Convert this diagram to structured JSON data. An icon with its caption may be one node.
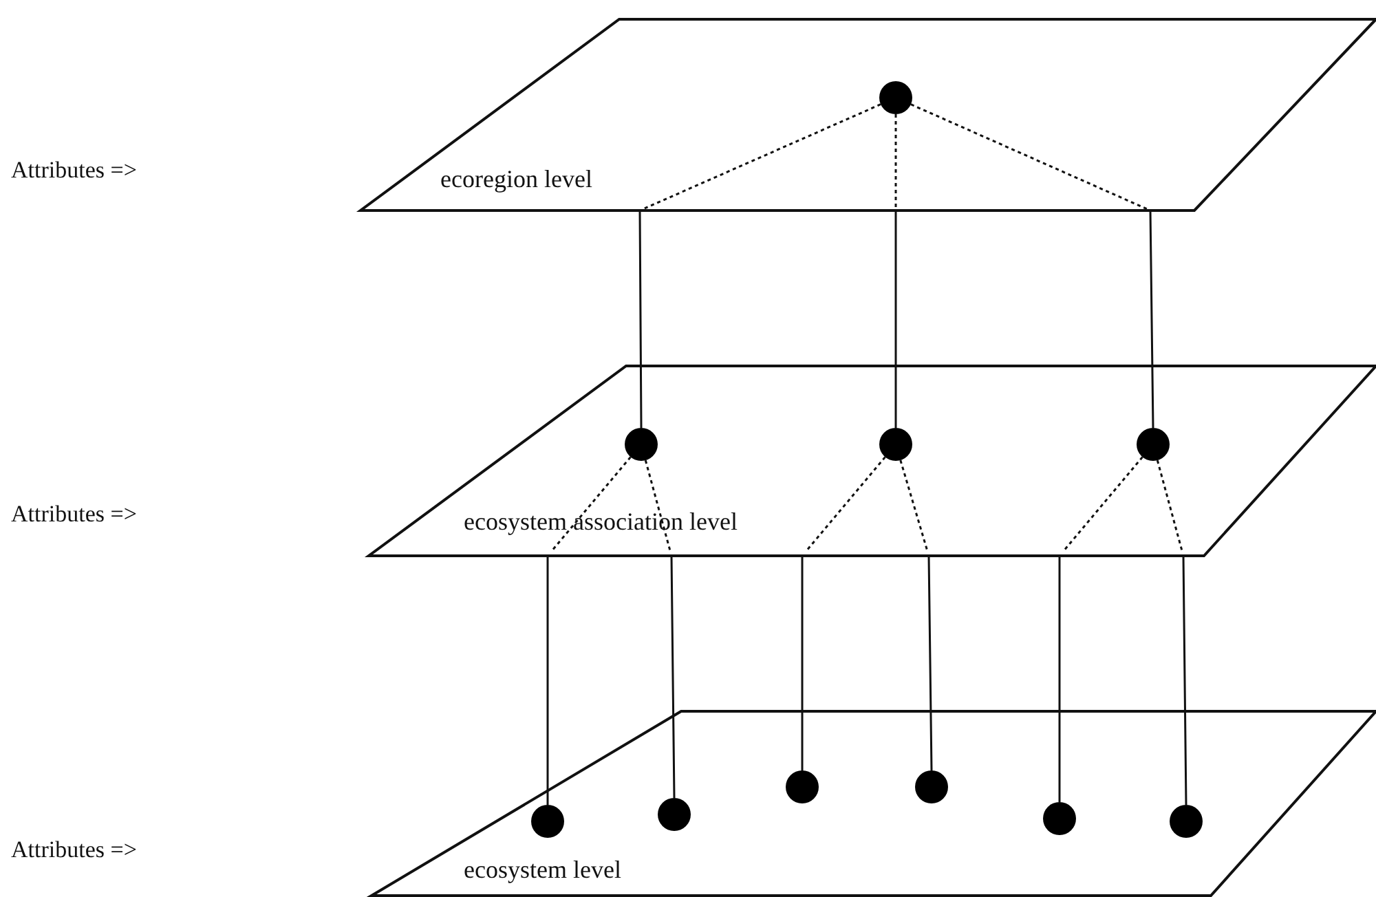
{
  "diagram": {
    "nodes": [
      {
        "text": [
          "ecoregion level"
        ]
      },
      {
        "text": [],
        "shape": "circle",
        "in": 0
      },
      {
        "text": [
          "ecosystem association level"
        ]
      },
      {
        "text": [],
        "shape": "circle",
        "in": 2
      },
      {
        "text": [],
        "shape": "circle",
        "in": 2
      },
      {
        "text": [],
        "shape": "circle",
        "in": 2
      },
      {
        "text": [
          "ecosystem level"
        ]
      },
      {
        "text": [],
        "shape": "circle",
        "in": 6
      },
      {
        "text": [],
        "shape": "circle",
        "in": 6
      },
      {
        "text": [],
        "shape": "circle",
        "in": 6
      },
      {
        "text": [],
        "shape": "circle",
        "in": 6
      },
      {
        "text": [],
        "shape": "circle",
        "in": 6
      },
      {
        "text": [],
        "shape": "circle",
        "in": 6
      }
    ],
    "edges": [
      {
        "from": 1,
        "to": 3,
        "arrow": "none"
      },
      {
        "from": 1,
        "to": 4,
        "arrow": "none"
      },
      {
        "from": 1,
        "to": 5,
        "arrow": "none"
      },
      {
        "from": 3,
        "to": 7,
        "arrow": "none"
      },
      {
        "from": 3,
        "to": 8,
        "arrow": "none"
      },
      {
        "from": 4,
        "to": 9,
        "arrow": "none"
      },
      {
        "from": 4,
        "to": 10,
        "arrow": "none"
      },
      {
        "from": 5,
        "to": 11,
        "arrow": "none"
      },
      {
        "from": 5,
        "to": 12,
        "arrow": "none"
      }
    ],
    "labels": [
      "Attributes =>",
      "Attributes =>",
      "Attributes =>"
    ]
  }
}
